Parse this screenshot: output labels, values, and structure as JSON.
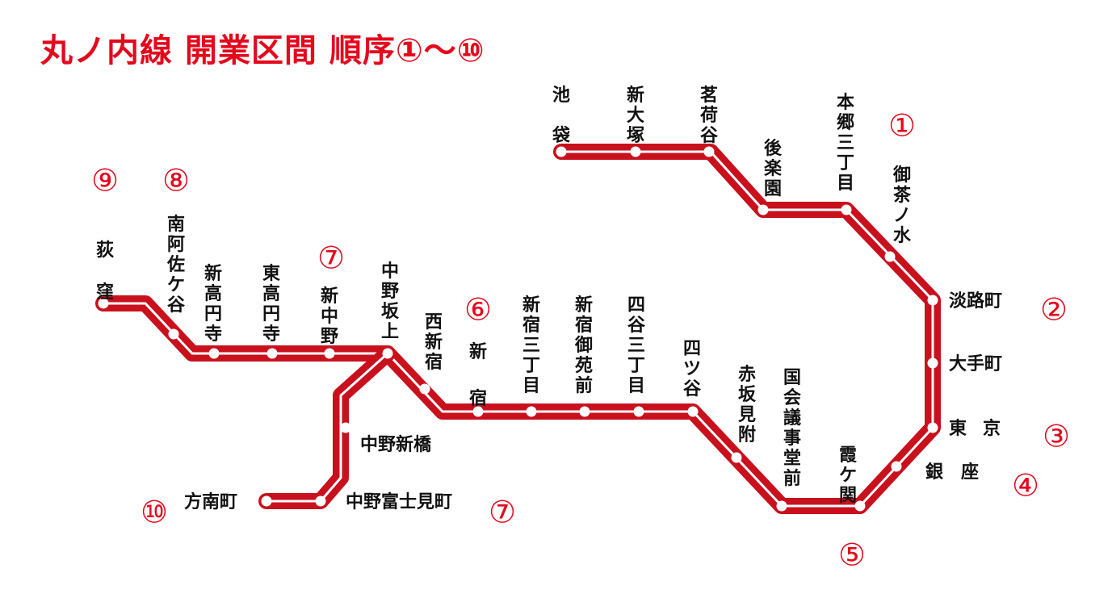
{
  "title": "丸ノ内線 開業区間 順序①〜⑩",
  "colors": {
    "line": "#c9101d",
    "line_inner": "#ffffff",
    "station_dot": "#ffffff",
    "order": "#e4081d",
    "text": "#111111"
  },
  "stations": [
    {
      "id": "ikebukuro",
      "name": "池袋"
    },
    {
      "id": "shin-otsuka",
      "name": "新大塚"
    },
    {
      "id": "myogadani",
      "name": "茗荷谷"
    },
    {
      "id": "korakuen",
      "name": "後楽園"
    },
    {
      "id": "hongo-sanchome",
      "name": "本郷三丁目"
    },
    {
      "id": "ochanomizu",
      "name": "御茶ノ水"
    },
    {
      "id": "awajicho",
      "name": "淡路町"
    },
    {
      "id": "otemachi",
      "name": "大手町"
    },
    {
      "id": "tokyo",
      "name": "東京"
    },
    {
      "id": "ginza",
      "name": "銀座"
    },
    {
      "id": "kasumigaseki",
      "name": "霞ケ関"
    },
    {
      "id": "kokkai-gijidomae",
      "name": "国会議事堂前"
    },
    {
      "id": "akasaka-mitsuke",
      "name": "赤坂見附"
    },
    {
      "id": "yotsuya",
      "name": "四ツ谷"
    },
    {
      "id": "yotsuya-sanchome",
      "name": "四谷三丁目"
    },
    {
      "id": "shinjuku-gyoemmae",
      "name": "新宿御苑前"
    },
    {
      "id": "shinjuku-sanchome",
      "name": "新宿三丁目"
    },
    {
      "id": "shinjuku",
      "name": "新宿"
    },
    {
      "id": "nishi-shinjuku",
      "name": "西新宿"
    },
    {
      "id": "nakano-sakaue",
      "name": "中野坂上"
    },
    {
      "id": "shin-nakano",
      "name": "新中野"
    },
    {
      "id": "higashi-koenji",
      "name": "東高円寺"
    },
    {
      "id": "shin-koenji",
      "name": "新高円寺"
    },
    {
      "id": "minami-asagaya",
      "name": "南阿佐ケ谷"
    },
    {
      "id": "ogikubo",
      "name": "荻窪"
    },
    {
      "id": "nakano-shimbashi",
      "name": "中野新橋"
    },
    {
      "id": "nakano-fujimicho",
      "name": "中野富士見町"
    },
    {
      "id": "honancho",
      "name": "方南町"
    }
  ],
  "order_markers": [
    {
      "id": "m1",
      "text": "①"
    },
    {
      "id": "m2",
      "text": "②"
    },
    {
      "id": "m3",
      "text": "③"
    },
    {
      "id": "m4",
      "text": "④"
    },
    {
      "id": "m5",
      "text": "⑤"
    },
    {
      "id": "m6",
      "text": "⑥"
    },
    {
      "id": "m7a",
      "text": "⑦"
    },
    {
      "id": "m7b",
      "text": "⑦"
    },
    {
      "id": "m8",
      "text": "⑧"
    },
    {
      "id": "m9",
      "text": "⑨"
    },
    {
      "id": "m10",
      "text": "⑩"
    }
  ]
}
